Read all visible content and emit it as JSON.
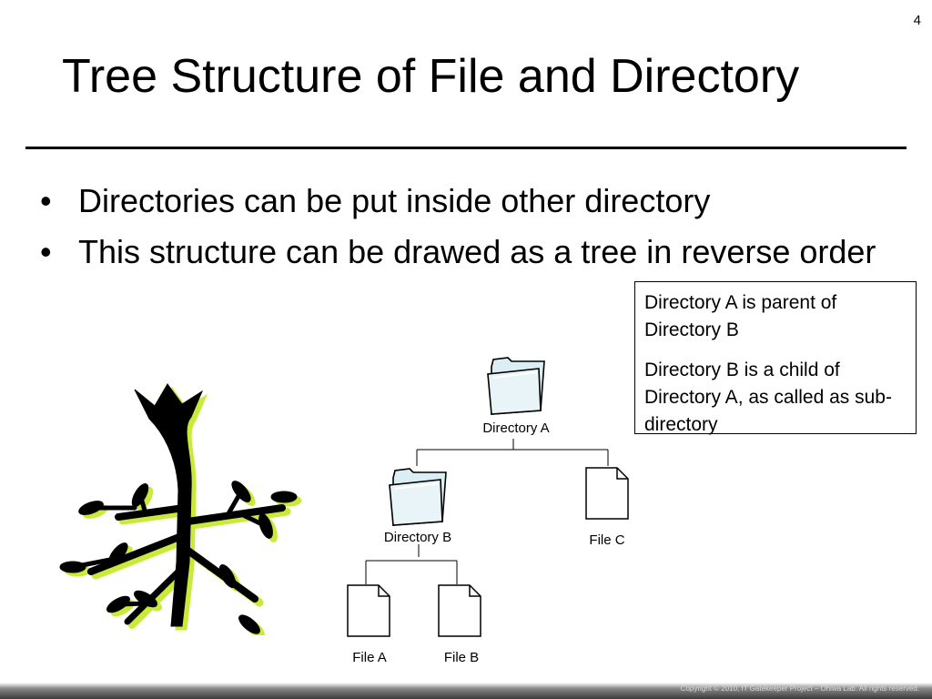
{
  "page_number": "4",
  "title": "Tree Structure of File and Directory",
  "bullets": [
    "Directories can be put inside other directory",
    "This structure can be drawed as a tree in reverse order"
  ],
  "bullet_symbol": "•",
  "note": {
    "para1": "Directory A is parent of Directory B",
    "para2": "Directory B is a child of Directory A, as called as sub-directory"
  },
  "diagram": {
    "directory_a": "Directory A",
    "directory_b": "Directory B",
    "file_a": "File A",
    "file_b": "File B",
    "file_c": "File C"
  },
  "footer": "Copyright © 2010, IT Gatekeeper Project – Ohiwa Lab. All rights reserved.",
  "colors": {
    "root_fill": "#000000",
    "root_highlight": "#c8ea3a",
    "folder_fill": "#dbeef3"
  }
}
